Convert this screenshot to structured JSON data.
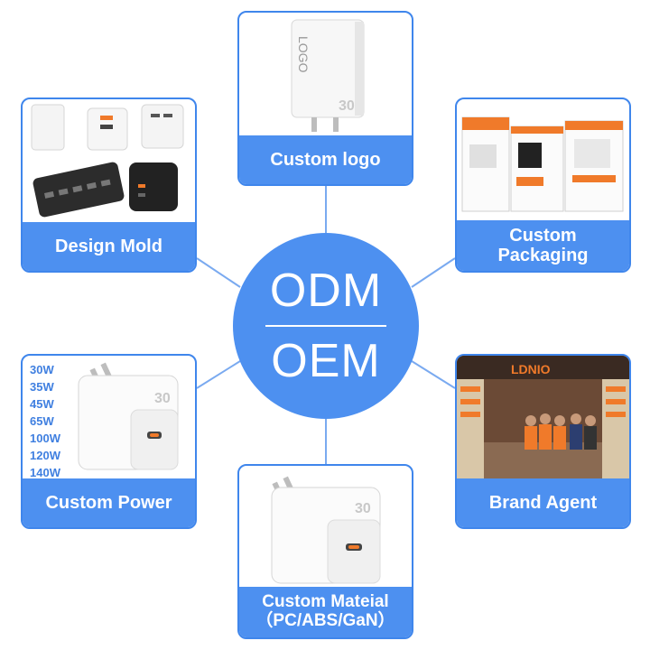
{
  "center": {
    "line1": "ODM",
    "line2": "OEM"
  },
  "cards": {
    "logo": {
      "label": "Custom logo",
      "image_text": "LOGO",
      "badge": "30"
    },
    "mold": {
      "label": "Design Mold"
    },
    "packaging": {
      "label_line1": "Custom",
      "label_line2": "Packaging"
    },
    "power": {
      "label": "Custom Power",
      "watts": [
        "30W",
        "35W",
        "45W",
        "65W",
        "100W",
        "120W",
        "140W"
      ],
      "badge": "30"
    },
    "agent": {
      "label": "Brand Agent"
    },
    "material": {
      "label_line1": "Custom Mateial",
      "label_line2": "（PC/ABS/GaN）",
      "badge": "30"
    }
  },
  "colors": {
    "accent": "#4d90f0",
    "border": "#3f86ec",
    "connector": "#7aaaf0"
  }
}
